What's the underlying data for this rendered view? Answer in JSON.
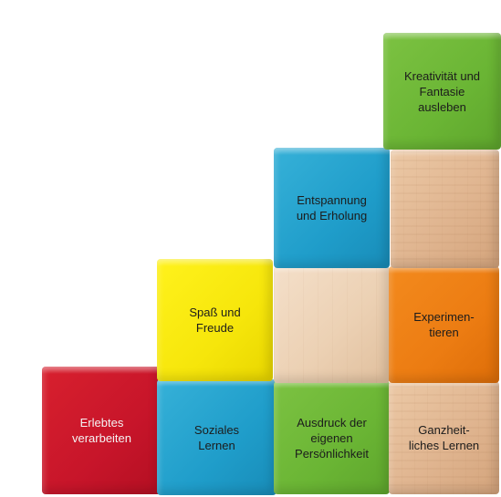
{
  "blocks": {
    "bottom_1": {
      "text": "Erlebtes\nverarbeiten",
      "color": "#c7152a"
    },
    "bottom_2": {
      "text": "Soziales\nLernen",
      "color": "#1f9dca"
    },
    "bottom_3": {
      "text": "Ausdruck der\neigenen\nPersönlichkeit",
      "color": "#6ab534"
    },
    "bottom_4": {
      "text": "Ganzheit-\nliches Lernen",
      "color": "#e0b590"
    },
    "middle_yellow": {
      "text": "Spaß und\nFreude",
      "color": "#f6e60b"
    },
    "middle_orange": {
      "text": "Experimen-\ntieren",
      "color": "#ec7c12"
    },
    "upper_blue": {
      "text": "Entspannung\nund Erholung",
      "color": "#1f9dca"
    },
    "top_green": {
      "text": "Kreativität und\nFantasie\nausleben",
      "color": "#6ab534"
    }
  }
}
